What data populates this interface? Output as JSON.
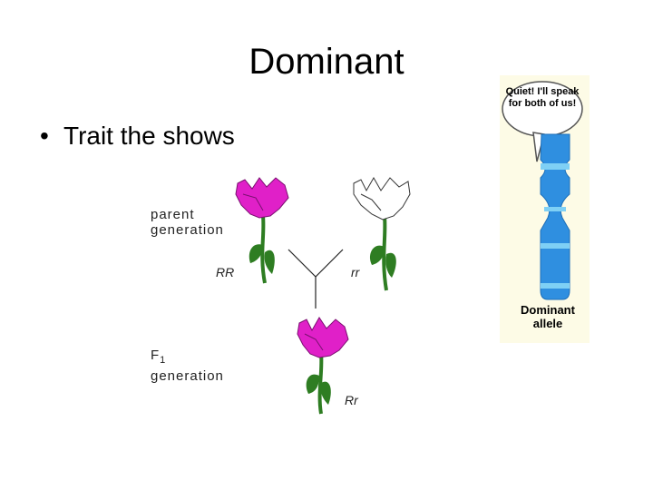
{
  "slide": {
    "title": "Dominant",
    "bullet_text": "Trait the shows"
  },
  "figure": {
    "parent_label_line1": "parent",
    "parent_label_line2": "generation",
    "f1_label_main": "F",
    "f1_label_sub": "1",
    "f1_label_line2": "generation",
    "genotype_parent_left": "RR",
    "genotype_parent_right": "rr",
    "genotype_offspring": "Rr"
  },
  "cartoon": {
    "speech": "Quiet! I'll speak for both of us!",
    "caption": "Dominant allele"
  },
  "colors": {
    "flower_dominant": "#e020c8",
    "flower_recessive": "#ffffff",
    "stem": "#2e7d22",
    "chromosome": "#2f8fe0",
    "chromosome_band": "#7fd0f5"
  }
}
